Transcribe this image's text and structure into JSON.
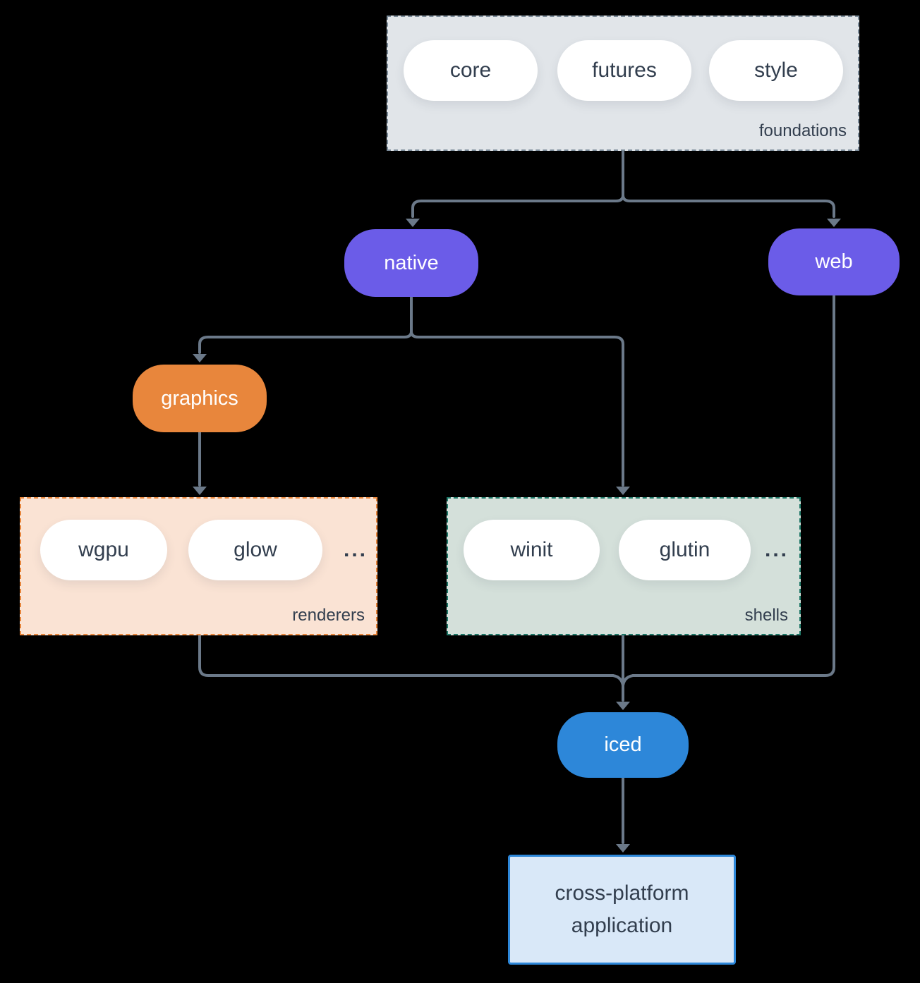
{
  "colors": {
    "background": "#000000",
    "connector": "#6b7989",
    "node_text_dark": "#323e4e",
    "pill_white": "#ffffff",
    "purple": "#6b5ce8",
    "orange": "#e8863c",
    "blue": "#2d87d9",
    "foundations_fill": "#e1e5e9",
    "foundations_border": "#7b8b99",
    "renderers_fill": "#fae3d4",
    "renderers_border": "#e8863c",
    "shells_fill": "#d4e0da",
    "shells_border": "#1e7767",
    "app_fill": "#d9e8f8",
    "app_border": "#2d87d9"
  },
  "foundations": {
    "label": "foundations",
    "pills": [
      "core",
      "futures",
      "style"
    ]
  },
  "nodes": {
    "native": "native",
    "web": "web",
    "graphics": "graphics",
    "iced": "iced"
  },
  "renderers": {
    "label": "renderers",
    "pills": [
      "wgpu",
      "glow"
    ],
    "ellipsis": "..."
  },
  "shells": {
    "label": "shells",
    "pills": [
      "winit",
      "glutin"
    ],
    "ellipsis": "..."
  },
  "application": {
    "label": "cross-platform application"
  }
}
